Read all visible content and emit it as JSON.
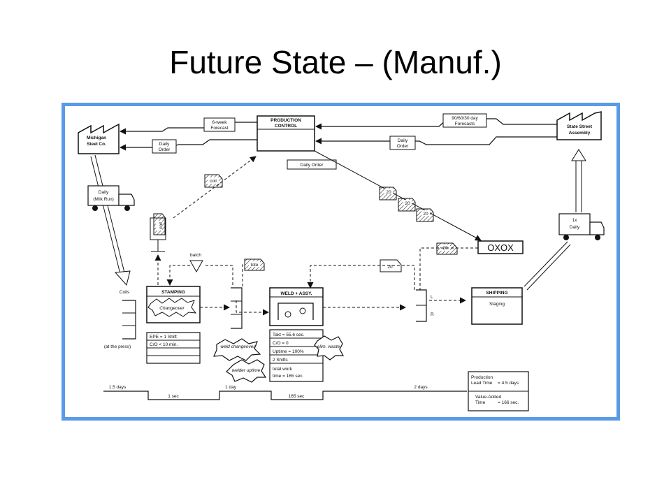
{
  "slide": {
    "title": "Future State – (Manuf.)"
  },
  "diagram": {
    "supplier": {
      "line1": "Michigan",
      "line2": "Steel Co."
    },
    "customer": {
      "line1": "State Street",
      "line2": "Assembly"
    },
    "production_control": {
      "line1": "PRODUCTION",
      "line2": "CONTROL"
    },
    "supplier_forecast": {
      "line1": "6-week",
      "line2": "Forecast"
    },
    "supplier_order": {
      "line1": "Daily",
      "line2": "Order"
    },
    "customer_forecast": {
      "line1": "90/60/30 day",
      "line2": "Forecasts"
    },
    "customer_order": {
      "line1": "Daily",
      "line2": "Order"
    },
    "daily_order_tag": "Daily Order",
    "inbound_truck": {
      "line1": "Daily",
      "line2": "(Milk Run)"
    },
    "outbound_truck": {
      "line1": "1x",
      "line2": "Daily"
    },
    "coil_kanban": "coil",
    "coil_post": "coil",
    "kanban_20": "20",
    "leveling_box": "OXOX",
    "batch_label": "batch",
    "tote_label": "tote",
    "coils": {
      "label": "Coils",
      "note": "(at the press)"
    },
    "stamping": {
      "title": "STAMPING",
      "burst": "Changeover",
      "rows": [
        "EPE = 1 Shift",
        "C/O < 10 min.",
        "",
        ""
      ]
    },
    "weld": {
      "title": "WELD + ASSY.",
      "rows": [
        "Takt = 55.6 sec.",
        "C/O = 0",
        "Uptime = 100%",
        "2 Shifts",
        "total work",
        "time = 165 sec."
      ],
      "bursts": [
        "weld changeover",
        "welder uptime",
        "elim. waste"
      ]
    },
    "supermarket": {
      "top": "L",
      "bottom": "R"
    },
    "shipping": {
      "title": "SHIPPING",
      "sub": "Staging"
    },
    "timeline": {
      "waits": [
        "1.5 days",
        "1 day",
        "2 days"
      ],
      "processes": [
        "1 sec",
        "165 sec"
      ]
    },
    "summary": {
      "lead_label": "Production Lead Time",
      "lead_value": "= 4.5 days",
      "va_label": "Value-Added Time",
      "va_value": "= 166 sec."
    }
  }
}
